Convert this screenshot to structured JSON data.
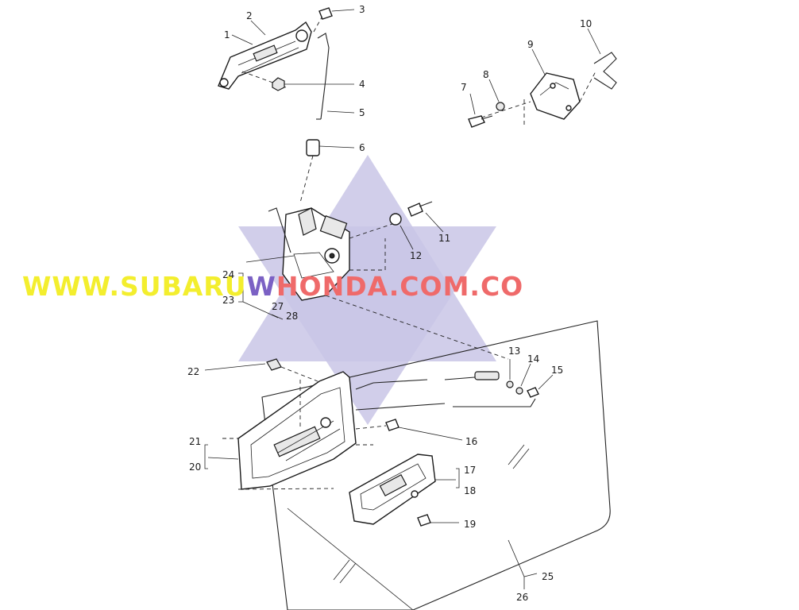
{
  "watermark": {
    "text_prefix": "WWW.SUBARU",
    "text_mid": "W",
    "text_suffix": "HONDA.COM.CO",
    "colors": {
      "prefix": "#f3ee2e",
      "mid": "#7b61c4",
      "suffix": "#ef6a6a",
      "star": "#c9c6e6"
    }
  },
  "callouts": {
    "c1": "1",
    "c2": "2",
    "c3": "3",
    "c4": "4",
    "c5": "5",
    "c6": "6",
    "c7": "7",
    "c8": "8",
    "c9": "9",
    "c10": "10",
    "c11": "11",
    "c12": "12",
    "c13": "13",
    "c14": "14",
    "c15": "15",
    "c16": "16",
    "c17": "17",
    "c18": "18",
    "c19": "19",
    "c20": "20",
    "c21": "21",
    "c22": "22",
    "c23": "23",
    "c24": "24",
    "c25": "25",
    "c26": "26",
    "c27": "27",
    "c28": "28"
  }
}
